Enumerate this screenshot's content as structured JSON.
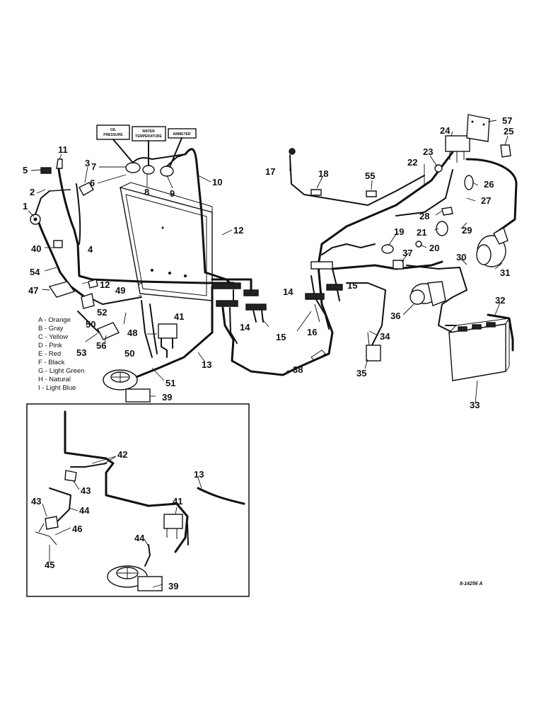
{
  "gauge_labels": [
    "OIL",
    "PRESSURE",
    "WATER",
    "TEMPERATURE",
    "AMMETER"
  ],
  "legend": [
    "A - Orange",
    "B - Gray",
    "C - Yellow",
    "D - Pink",
    "E - Red",
    "F - Black",
    "G - Light Green",
    "H - Natural",
    "I - Light Blue"
  ],
  "callouts": [
    "1",
    "2",
    "3",
    "4",
    "5",
    "6",
    "7",
    "8",
    "9",
    "10",
    "11",
    "12",
    "12",
    "13",
    "13",
    "14",
    "14",
    "15",
    "15",
    "16",
    "17",
    "18",
    "19",
    "20",
    "21",
    "22",
    "23",
    "24",
    "25",
    "26",
    "27",
    "28",
    "29",
    "30",
    "31",
    "32",
    "33",
    "34",
    "35",
    "36",
    "37",
    "38",
    "39",
    "39",
    "40",
    "41",
    "41",
    "42",
    "43",
    "43",
    "44",
    "44",
    "45",
    "46",
    "47",
    "48",
    "49",
    "50",
    "50",
    "51",
    "52",
    "53",
    "54",
    "55",
    "56",
    "57"
  ],
  "drawing_code": "8-14256 A"
}
